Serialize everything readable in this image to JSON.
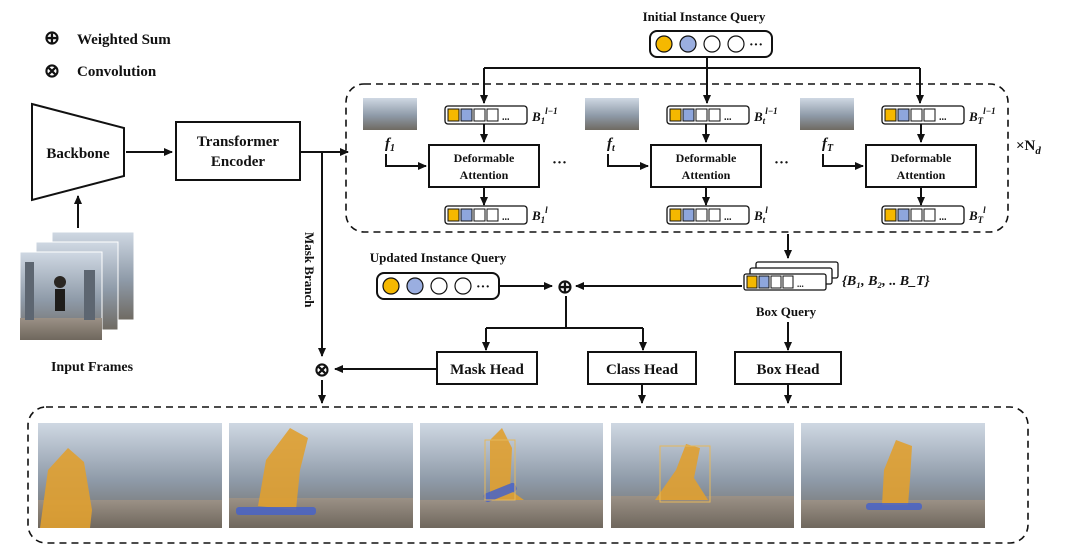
{
  "legend": {
    "weighted_sum_symbol": "⊕",
    "weighted_sum_label": "Weighted Sum",
    "convolution_symbol": "⊗",
    "convolution_label": "Convolution"
  },
  "backbone": {
    "label": "Backbone"
  },
  "transformer_encoder": {
    "line1": "Transformer",
    "line2": "Encoder"
  },
  "input_frames": {
    "label": "Input Frames"
  },
  "mask_branch": {
    "label": "Mask Branch"
  },
  "initial_query": {
    "label": "Initial Instance Query"
  },
  "repeat_label": "×N",
  "repeat_sub": "d",
  "decoder_columns": [
    {
      "feat": "f",
      "feat_sub": "1",
      "prev": "B",
      "prev_sub": "1",
      "prev_sup": "l−1",
      "out": "B",
      "out_sub": "1",
      "out_sup": "l",
      "attn1": "Deformable",
      "attn2": "Attention"
    },
    {
      "feat": "f",
      "feat_sub": "t",
      "prev": "B",
      "prev_sub": "t",
      "prev_sup": "l−1",
      "out": "B",
      "out_sub": "t",
      "out_sup": "l",
      "attn1": "Deformable",
      "attn2": "Attention"
    },
    {
      "feat": "f",
      "feat_sub": "T",
      "prev": "B",
      "prev_sub": "T",
      "prev_sup": "l−1",
      "out": "B",
      "out_sub": "T",
      "out_sup": "l",
      "attn1": "Deformable",
      "attn2": "Attention"
    }
  ],
  "ellipsis": "···",
  "updated_query": {
    "label": "Updated Instance Query"
  },
  "box_query": {
    "label": "Box Query",
    "set_label": "{B₁, B₂, .. B_T}"
  },
  "heads": {
    "mask": "Mask Head",
    "class": "Class Head",
    "box": "Box Head"
  },
  "colors": {
    "yellow": "#f5b800",
    "blue": "#9aaee0",
    "box_yellow": "#f5b800",
    "box_blue": "#8ea6dc"
  }
}
